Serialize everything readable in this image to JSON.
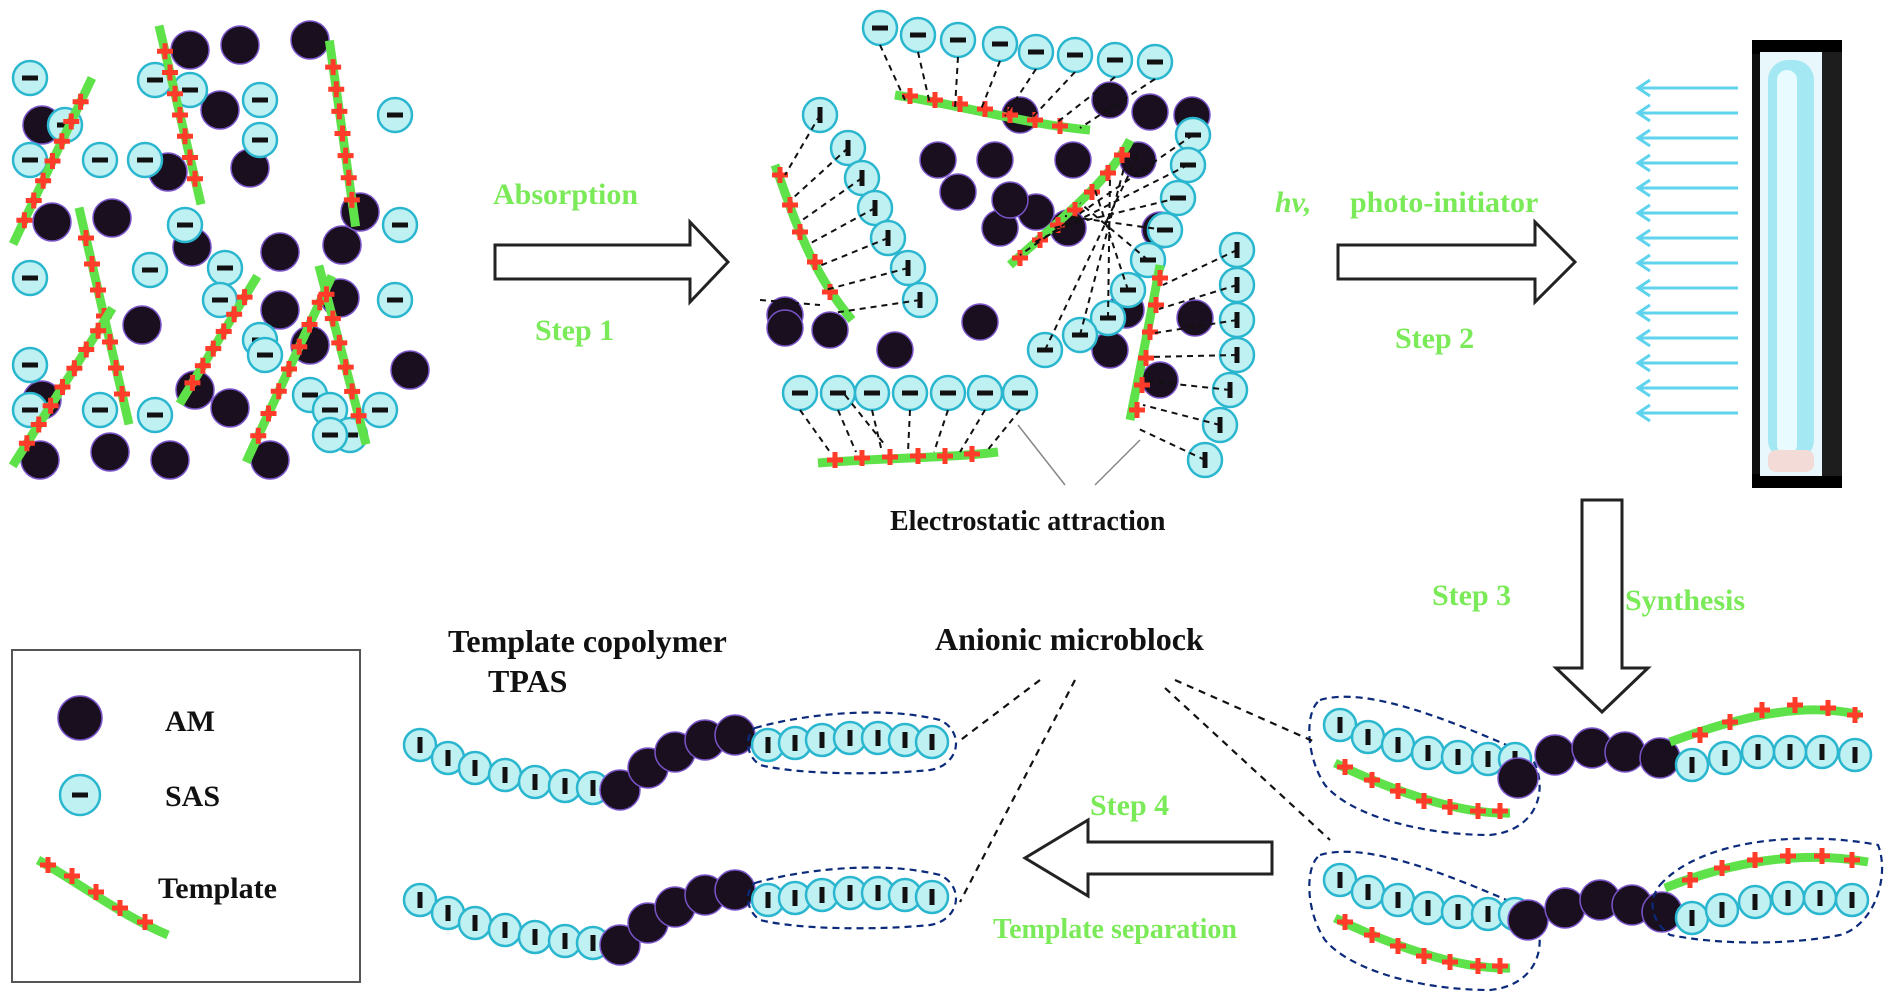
{
  "labels": {
    "absorption": "Absorption",
    "step1": "Step 1",
    "hv": "hv,",
    "photo_initiator": "photo-initiator",
    "step2": "Step 2",
    "step3": "Step 3",
    "synthesis": "Synthesis",
    "electrostatic": "Electrostatic attraction",
    "anionic": "Anionic  microblock",
    "template_copolymer": "Template  copolymer",
    "tpas": "TPAS",
    "step4": "Step 4",
    "template_separation": "Template separation"
  },
  "legend": {
    "am": "AM",
    "sas": "SAS",
    "template": "Template"
  },
  "colors": {
    "am": "#1a0f1f",
    "sas_fill": "#bff0f2",
    "sas_stroke": "#2bb6cf",
    "template_green": "#5fe14a",
    "plus_red": "#ff3b2a",
    "label_green": "#7bea58",
    "uv_arrow": "#5fd3ee"
  }
}
